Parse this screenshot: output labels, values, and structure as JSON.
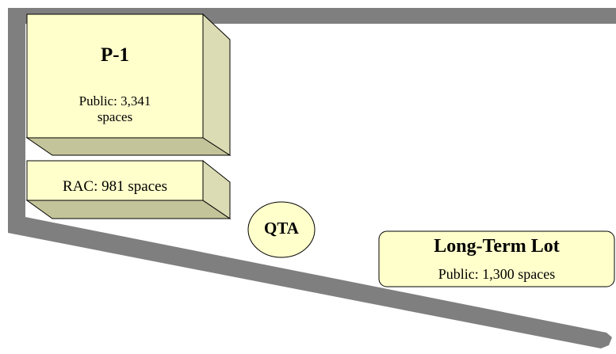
{
  "p1": {
    "title": "P-1",
    "subtitle": "Public: 3,341\nspaces"
  },
  "rac": {
    "label": "RAC: 981 spaces"
  },
  "qta": {
    "label": "QTA"
  },
  "long_term_lot": {
    "title": "Long-Term Lot",
    "subtitle": "Public: 1,300 spaces"
  },
  "colors": {
    "road": "#7f7f7f",
    "box_face": "#ffffcc",
    "box_side": "#dcdcb4",
    "box_bottom": "#c4c49a",
    "outline": "#000000"
  }
}
